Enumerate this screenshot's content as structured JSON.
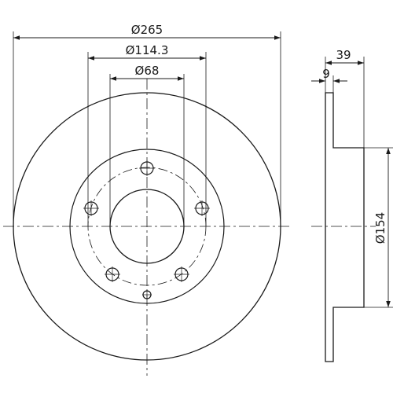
{
  "drawing": {
    "line_color": "#1a1a1a",
    "background": "#ffffff",
    "dimensions": {
      "outer_diameter": "Ø265",
      "bolt_circle_diameter": "Ø114.3",
      "center_bore_diameter": "Ø68",
      "total_height": "39",
      "disc_thickness": "9",
      "hat_diameter": "Ø154"
    }
  }
}
